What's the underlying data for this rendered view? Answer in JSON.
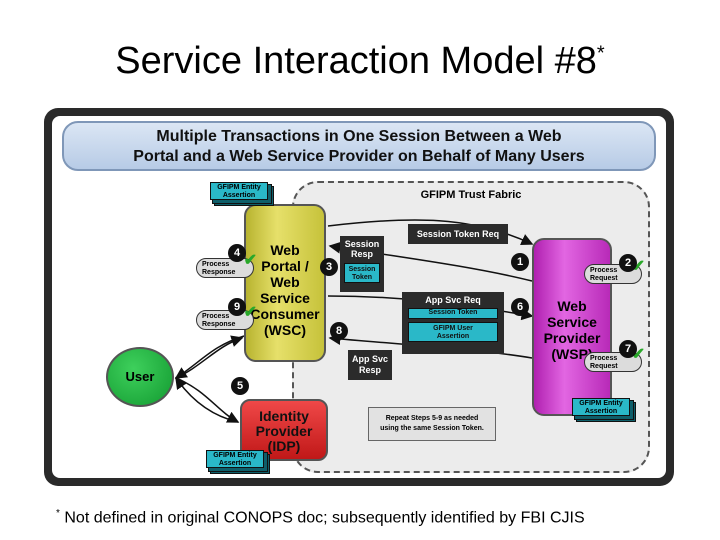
{
  "slide": {
    "title": "Service Interaction Model #8",
    "title_mark": "*",
    "footnote_mark": "*",
    "footnote": "Not defined in original CONOPS doc; subsequently identified by FBI CJIS"
  },
  "diagram": {
    "banner_line1": "Multiple Transactions in One Session Between a Web",
    "banner_line2": "Portal and a Web Service Provider on Behalf of Many Users",
    "trust_fabric": "GFIPM Trust Fabric",
    "user": "User",
    "wsc": [
      "Web",
      "Portal /",
      "Web",
      "Service",
      "Consumer",
      "(WSC)"
    ],
    "wsp": [
      "Web",
      "Service",
      "Provider",
      "(WSP)"
    ],
    "idp": [
      "Identity",
      "Provider",
      "(IDP)"
    ],
    "entity_assertion": [
      "GFIPM Entity",
      "Assertion"
    ],
    "process_response": [
      "Process",
      "Response"
    ],
    "process_request": [
      "Process",
      "Request"
    ],
    "session_resp": [
      "Session",
      "Resp"
    ],
    "session_token": [
      "Session",
      "Token"
    ],
    "session_token_req": "Session Token Req",
    "app_svc_req": "App Svc Req",
    "session_token_inline": "Session Token",
    "user_assertion": [
      "GFIPM User",
      "Assertion"
    ],
    "app_svc_resp": [
      "App Svc",
      "Resp"
    ],
    "repeat_note": [
      "Repeat Steps 5-9 as needed",
      "using the same Session Token."
    ],
    "steps": [
      "1",
      "2",
      "3",
      "4",
      "5",
      "6",
      "7",
      "8",
      "9"
    ],
    "check_icon": "check-icon",
    "colors": {
      "wsc": "#dcd64e",
      "wsp": "#d24ad2",
      "idp": "#e02a2a",
      "user": "#1fb13f",
      "assertion": "#2ab8c8",
      "banner": "#c9d8ee"
    }
  }
}
